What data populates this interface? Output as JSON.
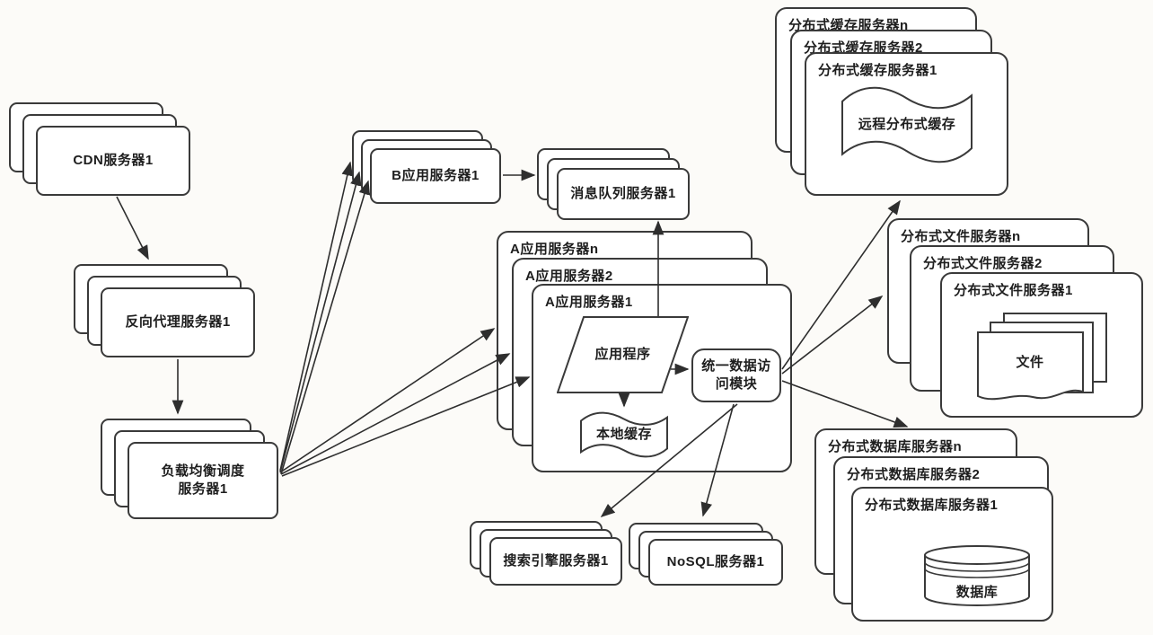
{
  "diagram": {
    "title": "website-architecture-diagram",
    "ink": "#2e2e2e",
    "background": "#fcfbf8",
    "box_fill": "#ffffff",
    "nodes": {
      "cdn": {
        "label": "CDN服务器1"
      },
      "reverse_proxy": {
        "label": "反向代理服务器1"
      },
      "load_balancer": {
        "line1": "负载均衡调度",
        "line2": "服务器1"
      },
      "b_app_server": {
        "label": "B应用服务器1"
      },
      "message_queue": {
        "label": "消息队列服务器1"
      },
      "a_app_server": {
        "layer_n": "A应用服务器n",
        "layer_2": "A应用服务器2",
        "layer_1": "A应用服务器1"
      },
      "app_program": {
        "label": "应用程序"
      },
      "local_cache": {
        "label": "本地缓存"
      },
      "unified_data_access": {
        "line1": "统一数据访",
        "line2": "问模块"
      },
      "distributed_cache": {
        "layer_n": "分布式缓存服务器n",
        "layer_2": "分布式缓存服务器2",
        "layer_1": "分布式缓存服务器1",
        "inner": "远程分布式缓存"
      },
      "distributed_file": {
        "layer_n": "分布式文件服务器n",
        "layer_2": "分布式文件服务器2",
        "layer_1": "分布式文件服务器1",
        "inner": "文件"
      },
      "distributed_db": {
        "layer_n": "分布式数据库服务器n",
        "layer_2": "分布式数据库服务器2",
        "layer_1": "分布式数据库服务器1",
        "inner": "数据库"
      },
      "search_engine": {
        "label": "搜索引擎服务器1"
      },
      "nosql": {
        "label": "NoSQL服务器1"
      }
    }
  }
}
